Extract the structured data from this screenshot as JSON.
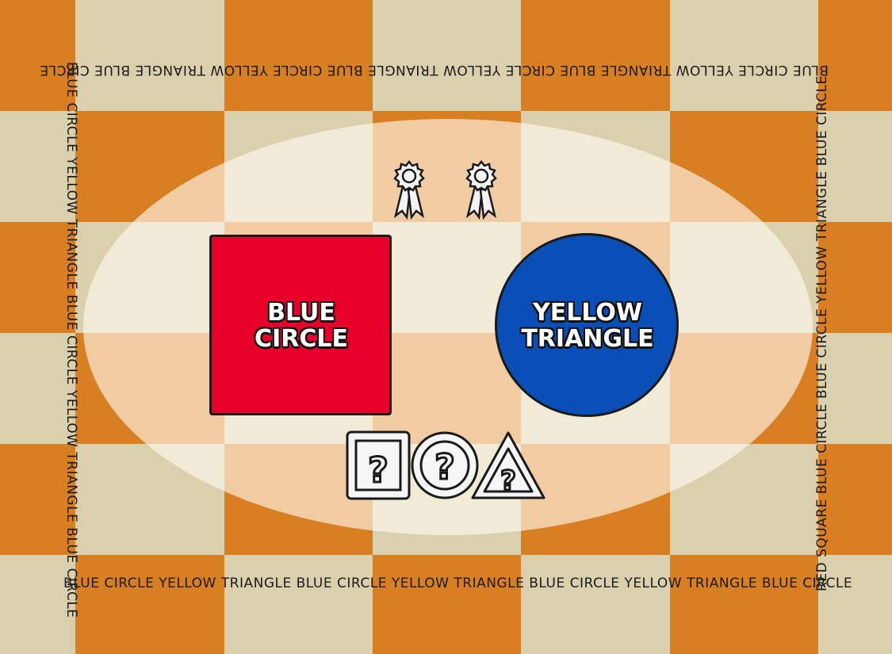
{
  "border": {
    "top": "BLUE CIRCLE YELLOW TRIANGLE  BLUE CIRCLE YELLOW TRIANGLE  BLUE CIRCLE YELLOW TRIANGLE  BLUE CIRCLE",
    "bottom": "BLUE CIRCLE YELLOW TRIANGLE  BLUE CIRCLE YELLOW TRIANGLE  BLUE CIRCLE YELLOW TRIANGLE  BLUE CIRCLE",
    "left": "BLUE CIRCLE YELLOW TRIANGLE  BLUE CIRCLE YELLOW TRIANGLE  BLUE CIRCLE",
    "right": "RED SQUARE BLUE CIRCLE  BLUE CIRCLE YELLOW TRIANGLE  BLUE CIRCLE"
  },
  "cards": {
    "red_square_label_line1": "BLUE",
    "red_square_label_line2": "CIRCLE",
    "blue_circle_label_line1": "YELLOW",
    "blue_circle_label_line2": "TRIANGLE"
  },
  "icons": {
    "ribbons": [
      "award-ribbon-icon",
      "award-ribbon-icon"
    ],
    "mystery": [
      "question-square-icon",
      "question-circle-icon",
      "question-triangle-icon"
    ]
  },
  "colors": {
    "orange": "#d97f23",
    "beige": "#dbd0ae",
    "red": "#e8002a",
    "blue": "#0a4fb8"
  }
}
